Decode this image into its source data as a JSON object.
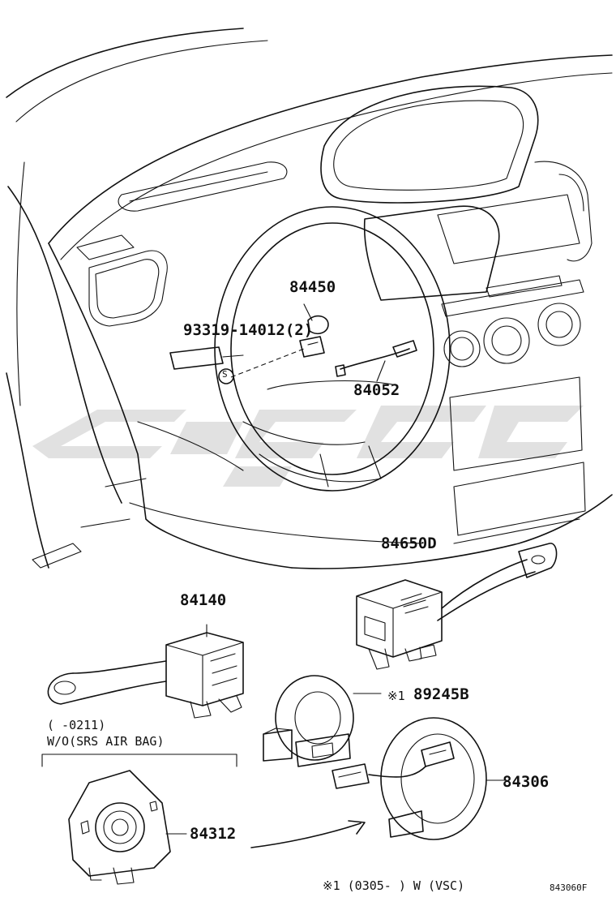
{
  "diagram": {
    "part_numbers": {
      "p84450": "84450",
      "p93319": "93319-14012(2)",
      "p84052": "84052",
      "p84650d": "84650D",
      "p84140": "84140",
      "p89245b": "89245B",
      "p84306": "84306",
      "p84312": "84312"
    },
    "notes": {
      "range_0211": "(      -0211)",
      "wo_srs": "W/O(SRS AIR BAG)",
      "ref_mark": "※1",
      "bottom_note": "※1 (0305-       ) W (VSC)",
      "s_mark": "S"
    },
    "figure_code": "843060F"
  }
}
